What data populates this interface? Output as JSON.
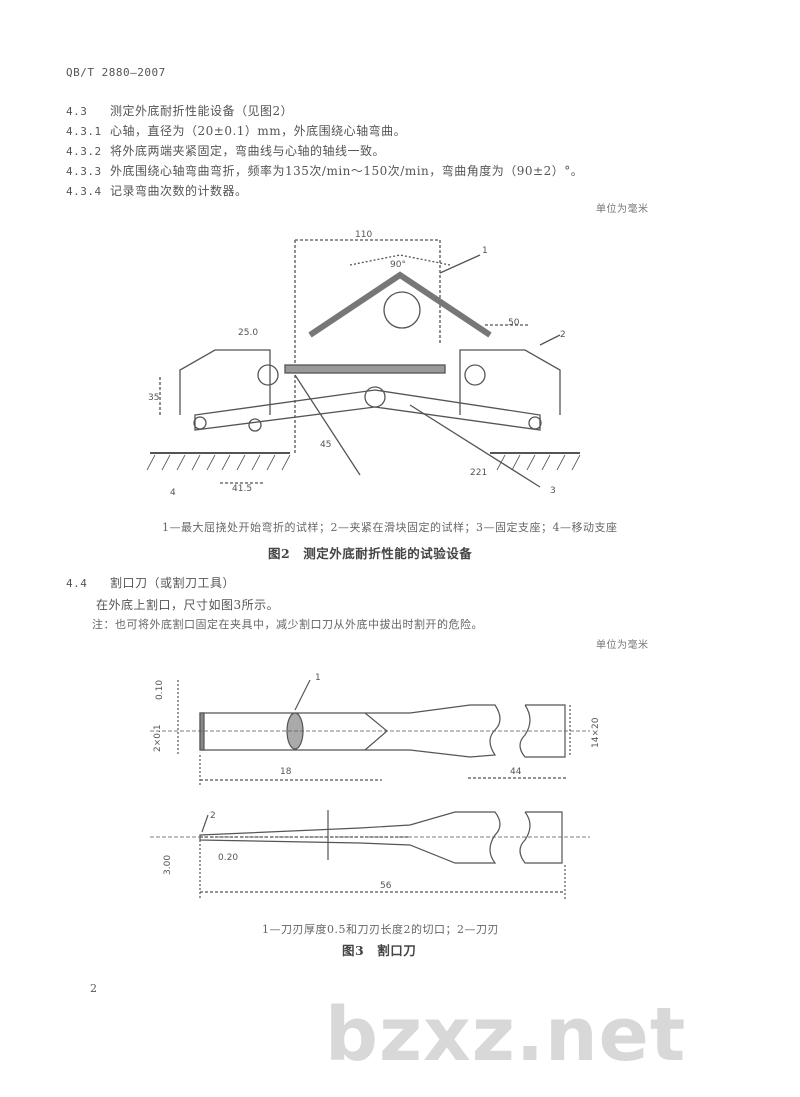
{
  "header": {
    "standard_no": "QB/T 2880—2007"
  },
  "watermark": "bzxz.net",
  "section_4_3": {
    "items": [
      {
        "num": "4.3",
        "text": "测定外底耐折性能设备（见图2）"
      },
      {
        "num": "4.3.1",
        "text": "心轴，直径为（20±0.1）mm，外底围绕心轴弯曲。"
      },
      {
        "num": "4.3.2",
        "text": "将外底两端夹紧固定，弯曲线与心轴的轴线一致。"
      },
      {
        "num": "4.3.3",
        "text": "外底围绕心轴弯曲弯折，频率为135次/min～150次/min，弯曲角度为（90±2）°。"
      },
      {
        "num": "4.3.4",
        "text": "记录弯曲次数的计数器。"
      }
    ],
    "unit": "单位为毫米"
  },
  "figure2": {
    "dims": {
      "top": "110",
      "angle": "90°",
      "right": "50",
      "left_small": "25.0",
      "height": "35",
      "diag": "45",
      "bottom": "221",
      "base": "41.5"
    },
    "labels": {
      "l1": "1",
      "l2": "2",
      "l3": "3",
      "l4": "4"
    },
    "legend": "1—最大屈挠处开始弯折的试样；2—夹紧在滑块固定的试样；3—固定支座；4—移动支座",
    "caption": "图2　测定外底耐折性能的试验设备"
  },
  "section_4_4": {
    "num": "4.4",
    "title": "割口刀（或割刀工具）",
    "body": "在外底上割口，尺寸如图3所示。",
    "note": "注：也可将外底割口固定在夹具中，减少割口刀从外底中拔出时割开的危险。",
    "unit": "单位为毫米"
  },
  "figure3": {
    "dims": {
      "d1": "0.10",
      "d2": "2×0.1",
      "d3": "18",
      "d4": "44",
      "d5": "14×20",
      "d6": "0.20",
      "d7": "3.00",
      "d8": "56"
    },
    "labels": {
      "l1": "1",
      "l2": "2"
    },
    "legend": "1—刀刃厚度0.5和刀刃长度2的切口；2—刀刃",
    "caption": "图3　割口刀"
  },
  "page_number": "2"
}
